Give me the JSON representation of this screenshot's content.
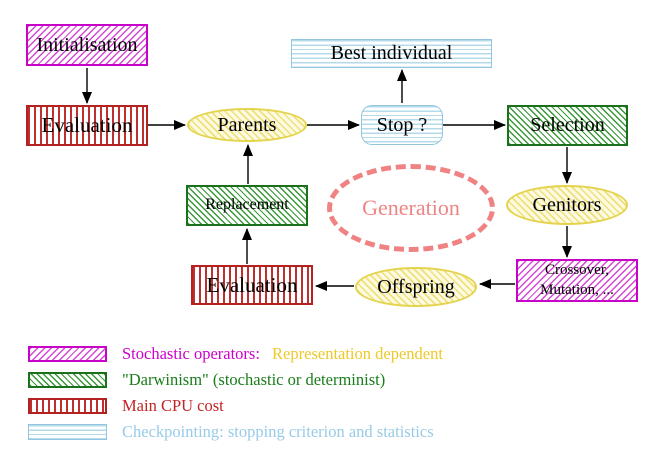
{
  "nodes": {
    "initialisation": "Initialisation",
    "evaluation_top": "Evaluation",
    "parents": "Parents",
    "best_individual": "Best individual",
    "stop": "Stop ?",
    "selection": "Selection",
    "genitors": "Genitors",
    "crossover_line1": "Crossover,",
    "crossover_line2": "Mutation, ...",
    "offspring": "Offspring",
    "evaluation_bottom": "Evaluation",
    "replacement": "Replacement",
    "generation": "Generation"
  },
  "legend": {
    "rows": [
      {
        "swatch": "magenta-diagonal-hatch",
        "label": "Stochastic operators:",
        "suffix": "Representation dependent"
      },
      {
        "swatch": "green-diagonal-hatch",
        "label": "\"Darwinism\" (stochastic or determinist)"
      },
      {
        "swatch": "red-vertical-stripes",
        "label": "Main CPU cost"
      },
      {
        "swatch": "cyan-horizontal-stripes",
        "label": "Checkpointing: stopping criterion and statistics"
      }
    ]
  },
  "colors": {
    "magenta": "#cc00cc",
    "green": "#1a7d1a",
    "red": "#b52121",
    "cyan_border": "#92c5df",
    "yellow_border": "#e4d34d",
    "coral": "#ef8283",
    "gold_text": "#edc929",
    "light_blue_text": "#97cbe8",
    "arrow": "#000000"
  }
}
